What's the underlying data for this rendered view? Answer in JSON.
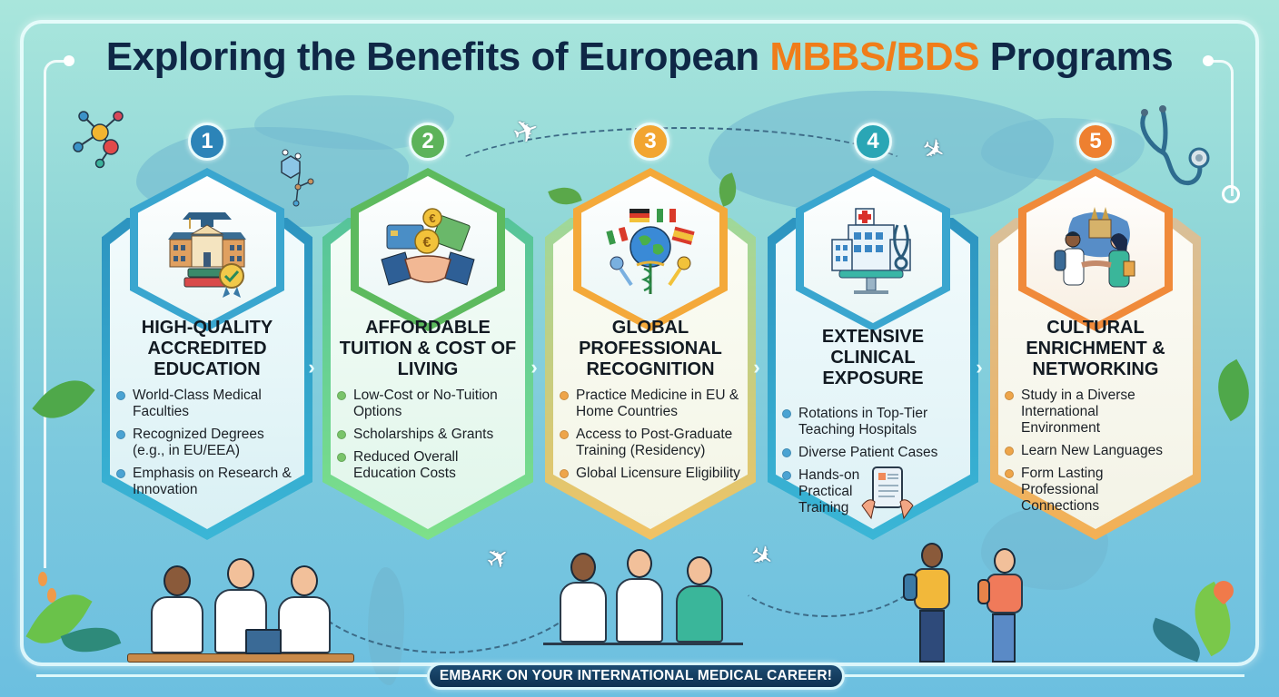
{
  "header": {
    "title_prefix": "Exploring the Benefits of European ",
    "title_accent": "MBBS/BDS",
    "title_suffix": " Programs",
    "accent_color": "#f07d1a",
    "title_color": "#0f2746"
  },
  "cards": [
    {
      "number": "1",
      "color": "#2c84b8",
      "border_color": "#3aa6cf",
      "bullet_color": "#4aa3d3",
      "icon": "university-building-icon",
      "title": "High-Quality Accredited Education",
      "bullets": [
        "World-Class Medical Faculties",
        "Recognized Degrees (e.g., in EU/EEA)",
        "Emphasis on Research & Innovation"
      ]
    },
    {
      "number": "2",
      "color": "#5db35a",
      "border_color": "#6cc96a",
      "bullet_color": "#79c46a",
      "icon": "handshake-money-icon",
      "title": "Affordable Tuition & Cost of Living",
      "bullets": [
        "Low-Cost or No-Tuition Options",
        "Scholarships & Grants",
        "Reduced Overall Education Costs"
      ]
    },
    {
      "number": "3",
      "color": "#f2a530",
      "border_color": "#f4ad3a",
      "bullet_color": "#eea54a",
      "icon": "globe-flags-icon",
      "title": "Global Professional Recognition",
      "bullets": [
        "Practice Medicine in EU & Home Countries",
        "Access to Post-Graduate Training (Residency)",
        "Global Licensure Eligibility"
      ]
    },
    {
      "number": "4",
      "color": "#2aa6b5",
      "border_color": "#3aa6cf",
      "bullet_color": "#4aa3d3",
      "icon": "hospital-icon",
      "title": "Extensive Clinical Exposure",
      "bullets": [
        "Rotations in Top-Tier Teaching Hospitals",
        "Diverse Patient Cases",
        "Hands-on Practical Training"
      ]
    },
    {
      "number": "5",
      "color": "#ee8030",
      "border_color": "#f08a3a",
      "bullet_color": "#eea54a",
      "icon": "cultural-handshake-icon",
      "title": "Cultural Enrichment & Networking",
      "bullets": [
        "Study in a Diverse International Environment",
        "Learn New Languages",
        "Form Lasting Professional Connections"
      ]
    }
  ],
  "cta": {
    "label": "EMBARK ON YOUR INTERNATIONAL MEDICAL CAREER!"
  },
  "icons": {
    "euro": "€",
    "arrow": "›",
    "check": "✔",
    "plane": "✈",
    "cross": "+"
  }
}
